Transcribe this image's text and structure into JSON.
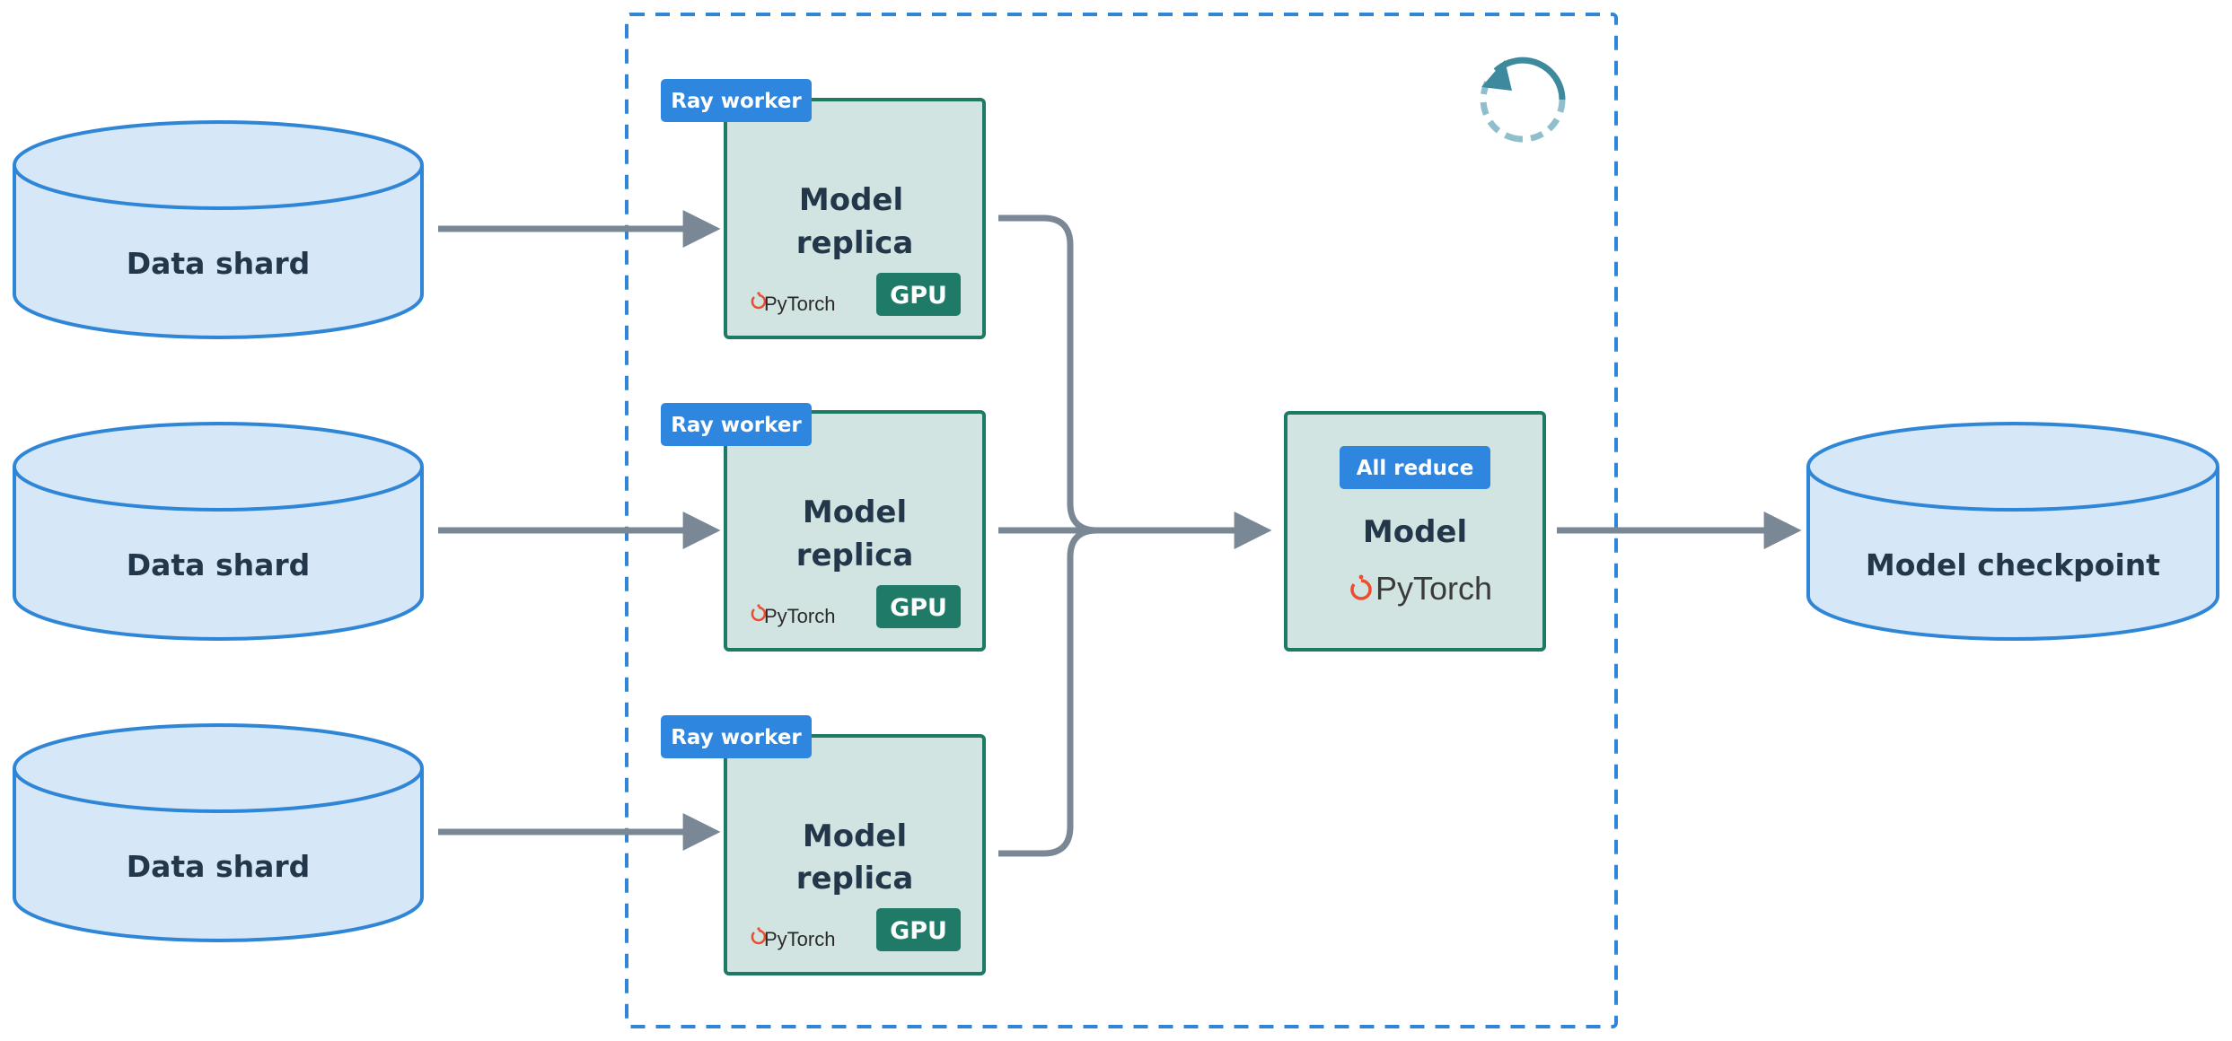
{
  "data_shards": [
    {
      "label": "Data shard"
    },
    {
      "label": "Data shard"
    },
    {
      "label": "Data shard"
    }
  ],
  "replicas": [
    {
      "badge": "Ray worker",
      "title_line1": "Model",
      "title_line2": "replica",
      "framework": "PyTorch",
      "device": "GPU"
    },
    {
      "badge": "Ray worker",
      "title_line1": "Model",
      "title_line2": "replica",
      "framework": "PyTorch",
      "device": "GPU"
    },
    {
      "badge": "Ray worker",
      "title_line1": "Model",
      "title_line2": "replica",
      "framework": "PyTorch",
      "device": "GPU"
    }
  ],
  "aggregator": {
    "badge": "All reduce",
    "title": "Model",
    "framework": "PyTorch"
  },
  "checkpoint": {
    "label": "Model checkpoint"
  },
  "icons": {
    "cycle": "refresh-cycle-icon",
    "framework": "pytorch-flame-icon"
  },
  "colors": {
    "cylinder_fill": "#d6e7f7",
    "cylinder_stroke": "#2f86d6",
    "box_fill": "#d1e4e1",
    "box_stroke": "#1f7a63",
    "badge_blue": "#2e86de",
    "gpu_green": "#1f7a68",
    "arrow_gray": "#7a8794",
    "dashed_border": "#2f86d6",
    "pytorch_red": "#ee4c2c"
  }
}
